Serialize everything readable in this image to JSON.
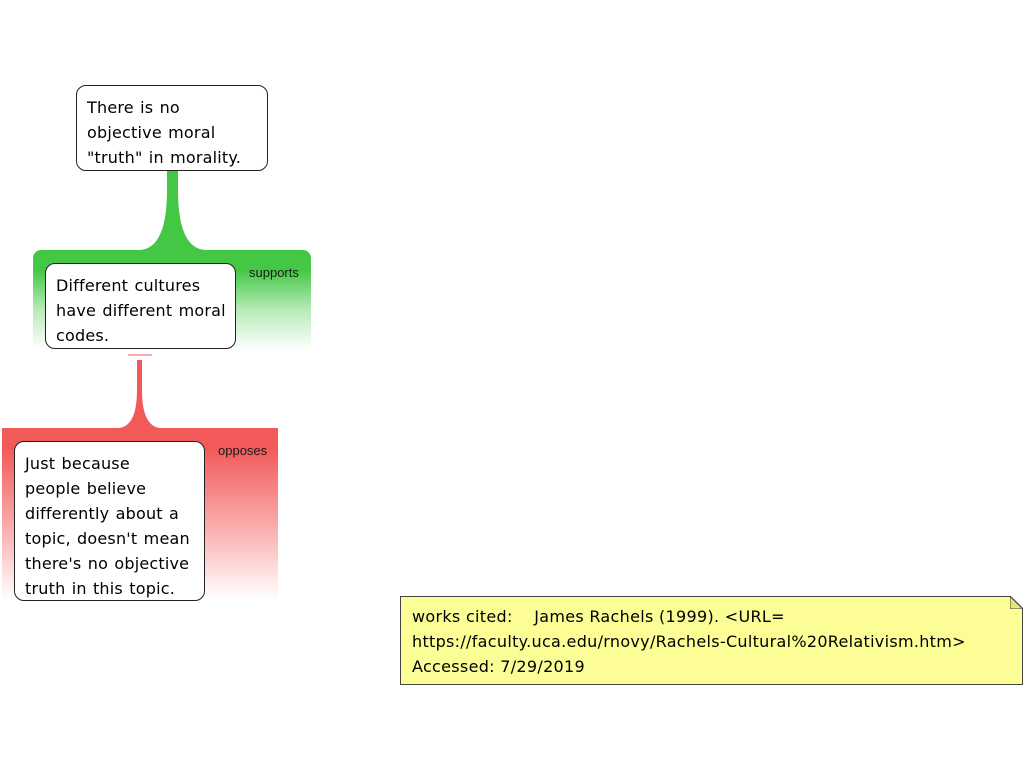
{
  "colors": {
    "supports": "#44c744",
    "opposes": "#f25a5a",
    "note_background": "#fdfd96",
    "node_border": "#222222"
  },
  "nodes": {
    "claim": {
      "lines": [
        "There is no",
        "objective moral",
        "\"truth\" in morality."
      ]
    },
    "reason": {
      "relation": "supports",
      "lines": [
        "Different cultures",
        "have different moral",
        "codes."
      ]
    },
    "objection": {
      "relation": "opposes",
      "lines": [
        "Just because",
        "people believe",
        "differently about a",
        "topic, doesn't mean",
        "there's no objective",
        "truth in this topic."
      ]
    }
  },
  "note": {
    "lines": [
      "works cited:    James Rachels (1999). <URL=",
      "https://faculty.uca.edu/rnovy/Rachels-Cultural%20Relativism.htm>",
      "Accessed: 7/29/2019"
    ]
  }
}
